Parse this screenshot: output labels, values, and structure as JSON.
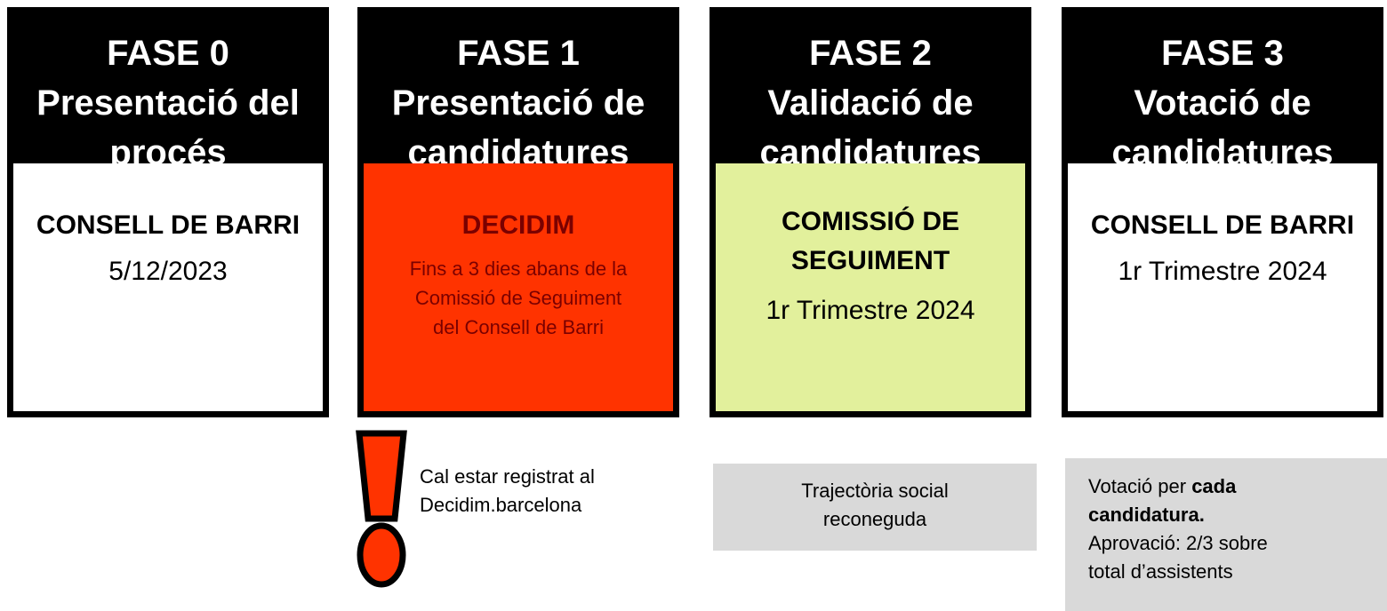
{
  "phases": [
    {
      "title": "FASE 0",
      "subtitle_lines": [
        "Presentació del",
        "procés"
      ],
      "org": "CONSELL DE BARRI",
      "date": "5/12/2023",
      "bg": "#ffffff"
    },
    {
      "title": "FASE 1",
      "subtitle_lines": [
        "Presentació de",
        "candidatures"
      ],
      "org": "DECIDIM",
      "detail_lines": [
        "Fins a 3 dies abans de la",
        "Comissió de Seguiment",
        "del Consell de Barri"
      ],
      "bg": "#ff3300",
      "org_color": "#7a0000",
      "detail_color": "#7a0000"
    },
    {
      "title": "FASE 2",
      "subtitle_lines": [
        "Validació de",
        "candidatures"
      ],
      "org_lines": [
        "COMISSIÓ DE",
        "SEGUIMENT"
      ],
      "date": "1r Trimestre 2024",
      "bg": "#e2f09c"
    },
    {
      "title": "FASE 3",
      "subtitle_lines": [
        "Votació de",
        "candidatures"
      ],
      "org": "CONSELL DE BARRI",
      "date": "1r Trimestre 2024",
      "bg": "#ffffff"
    }
  ],
  "notes": {
    "warning_lines": [
      "Cal estar registrat al",
      "Decidim.barcelona"
    ],
    "warning_color": "#ff3300",
    "validation_lines": [
      "Trajectòria social",
      "reconeguda"
    ],
    "vote_prefix": "Votació per ",
    "vote_bold_lines": [
      "cada",
      "candidatura."
    ],
    "vote_lines": [
      "Aprovació: 2/3 sobre",
      "total d’assistents"
    ],
    "box_color": "#d9d9d9"
  }
}
